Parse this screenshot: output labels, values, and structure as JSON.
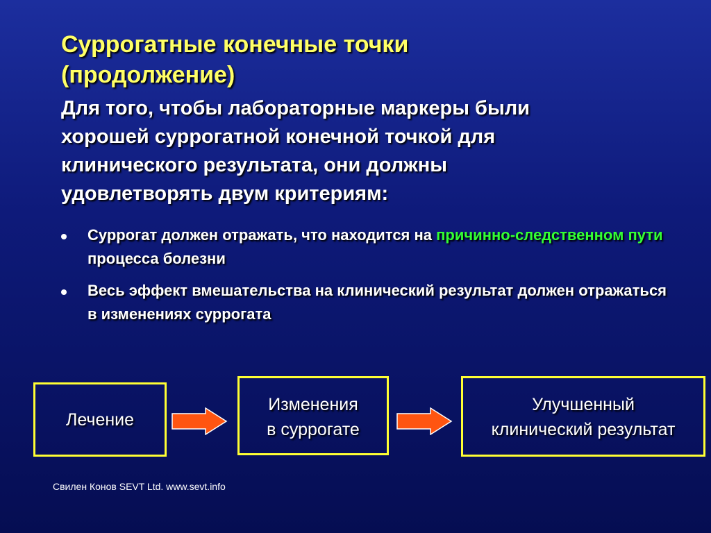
{
  "title": {
    "line1": "Суррогатные конечные точки",
    "line2": "(продолжение)"
  },
  "intro": {
    "line1": "Для того, чтобы лабораторные маркеры были",
    "line2": "хорошей суррогатной конечной точкой для",
    "line3": "клинического результата, они должны",
    "line4": "удовлетворять двум критериям:"
  },
  "bullets": [
    {
      "before": "Суррогат должен отражать, что находится на ",
      "highlight": "причинно-следственном пути",
      "after": " процесса болезни"
    },
    {
      "text": "Весь эффект вмешательства на клинический результат должен отражаться в изменениях суррогата"
    }
  ],
  "flow": {
    "box1": "Лечение",
    "box2_line1": "Изменения",
    "box2_line2": "в суррогате",
    "box3_line1": "Улучшенный",
    "box3_line2": "клинический результат",
    "arrow_icon": "right-arrow-icon"
  },
  "footer": "Свилен Конов SEVT Ltd. www.sevt.info",
  "colors": {
    "background": "#0e1a7a",
    "title": "#ffff66",
    "highlight": "#33ff33",
    "box_border": "#ffff33",
    "arrow_fill": "#ff5511"
  }
}
